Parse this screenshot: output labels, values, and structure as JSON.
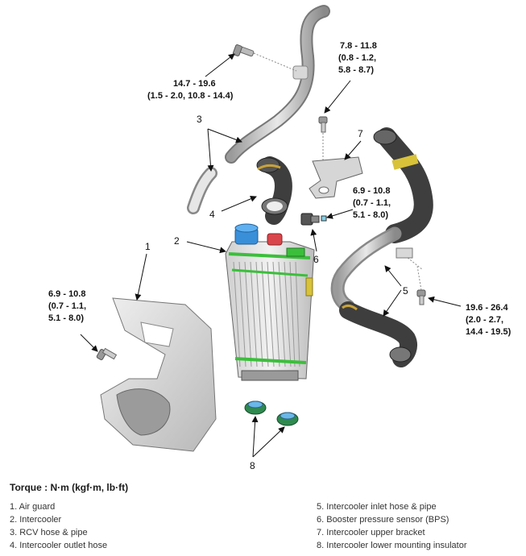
{
  "torques": {
    "t1": [
      "14.7 - 19.6",
      "(1.5 - 2.0, 10.8 - 14.4)"
    ],
    "t2": [
      "7.8 - 11.8",
      "(0.8 - 1.2,",
      "5.8 - 8.7)"
    ],
    "t3": [
      "6.9 - 10.8",
      "(0.7 - 1.1,",
      "5.1 - 8.0)"
    ],
    "t4": [
      "6.9 - 10.8",
      "(0.7 - 1.1,",
      "5.1 - 8.0)"
    ],
    "t5": [
      "19.6 - 26.4",
      "(2.0 - 2.7,",
      "14.4 - 19.5)"
    ]
  },
  "callouts": [
    "1",
    "2",
    "3",
    "4",
    "5",
    "6",
    "7",
    "8"
  ],
  "torque_title": "Torque : N·m (kgf·m, lb·ft)",
  "legend_left": [
    "1. Air guard",
    "2. Intercooler",
    "3. RCV hose & pipe",
    "4. Intercooler outlet hose"
  ],
  "legend_right": [
    "5. Intercooler inlet hose & pipe",
    "6. Booster pressure sensor (BPS)",
    "7. Intercooler upper bracket",
    "8. Intercooler lower mounting insulator"
  ],
  "colors": {
    "green": "#3bbf3b",
    "blue": "#3a8fd9",
    "yellow": "#d8c23a",
    "red": "#d9464b"
  }
}
